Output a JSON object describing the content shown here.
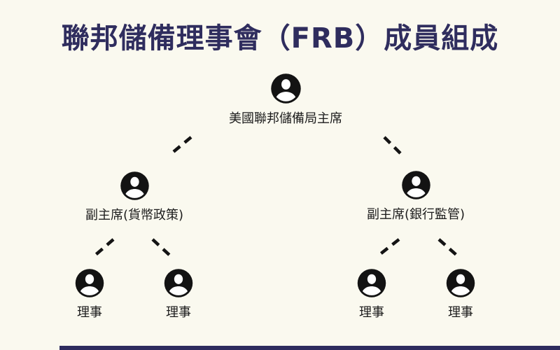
{
  "title": "聯邦儲備理事會（FRB）成員組成",
  "colors": {
    "background": "#FAF9EF",
    "title_text": "#2F2D5E",
    "node_icon": "#131313",
    "node_label": "#1C1C1C",
    "connector": "#141414",
    "bottom_bar": "#2E2C5E"
  },
  "org_chart": {
    "type": "organization-tree",
    "chairman": {
      "label": "美國聯邦儲備局主席",
      "icon": "person-icon"
    },
    "vice_chairs": [
      {
        "label": "副主席(貨幣政策)",
        "icon": "person-icon"
      },
      {
        "label": "副主席(銀行監管)",
        "icon": "person-icon"
      }
    ],
    "governors": [
      {
        "label": "理事",
        "icon": "person-icon"
      },
      {
        "label": "理事",
        "icon": "person-icon"
      },
      {
        "label": "理事",
        "icon": "person-icon"
      },
      {
        "label": "理事",
        "icon": "person-icon"
      }
    ]
  }
}
